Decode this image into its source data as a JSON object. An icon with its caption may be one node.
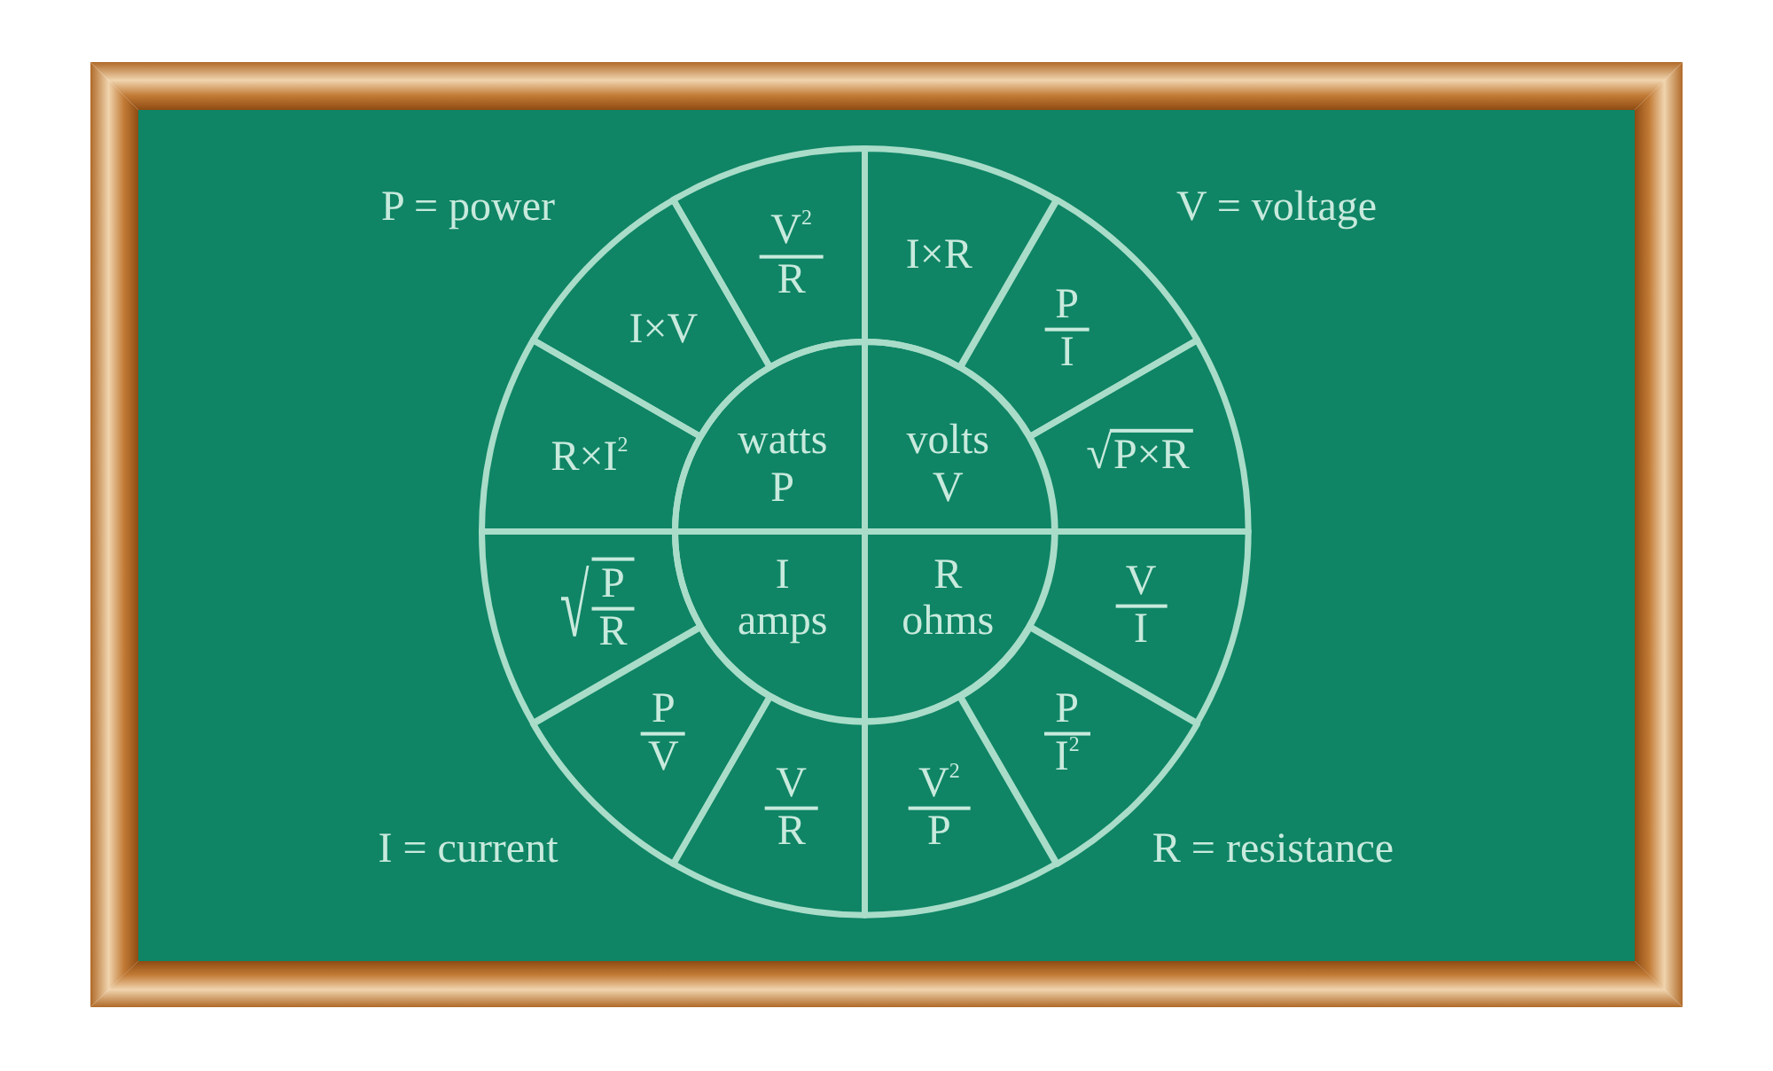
{
  "diagram": {
    "nodes": [
      {
        "text": [
          "watts",
          "P"
        ]
      },
      {
        "text": [
          "volts",
          "V"
        ]
      },
      {
        "text": [
          "I",
          "amps"
        ]
      },
      {
        "text": [
          "R",
          "ohms"
        ]
      },
      {
        "text": [
          "I×R"
        ]
      },
      {
        "text": [
          "P",
          "I"
        ]
      },
      {
        "text": [
          "√",
          "P×R"
        ]
      },
      {
        "text": [
          "V",
          "I"
        ]
      },
      {
        "text": [
          "P",
          "I$^{2}$"
        ]
      },
      {
        "text": [
          "V$^{2}$",
          "P"
        ]
      },
      {
        "text": [
          "V",
          "R"
        ]
      },
      {
        "text": [
          "P",
          "V"
        ]
      },
      {
        "text": [
          "√",
          "P",
          "R"
        ]
      },
      {
        "text": [
          "R×I$^{2}$"
        ]
      },
      {
        "text": [
          "I×V"
        ]
      },
      {
        "text": [
          "V$^{2}$",
          "R"
        ]
      }
    ],
    "labels": [
      "P = power",
      "V = voltage",
      "I = current",
      "R = resistance"
    ]
  }
}
